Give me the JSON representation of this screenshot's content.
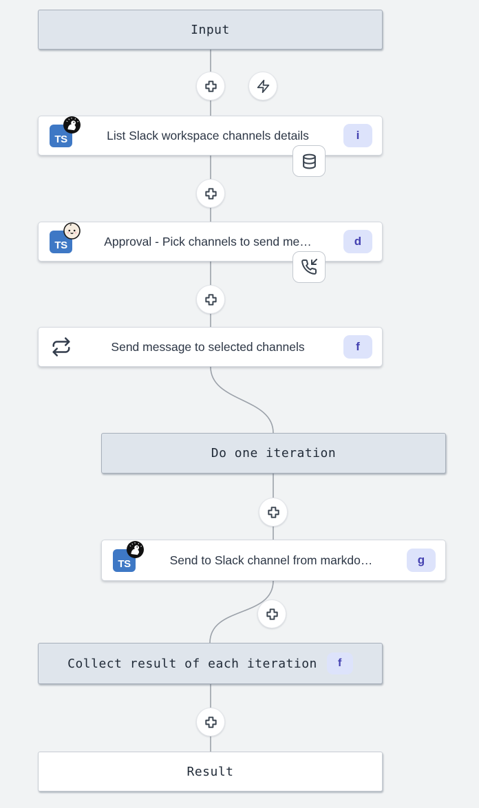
{
  "flow": {
    "input": {
      "label": "Input"
    },
    "steps": [
      {
        "label": "List Slack workspace channels details",
        "badge": "i",
        "runtime": "deno",
        "indicator": "database-cache"
      },
      {
        "label": "Approval - Pick channels to send me…",
        "badge": "d",
        "runtime": "bun",
        "indicator": "phone-incoming-suspend"
      },
      {
        "label": "Send message to selected channels",
        "badge": "f",
        "icon": "repeat-forloop"
      },
      {
        "label": "Send to Slack channel from markdo…",
        "badge": "g",
        "runtime": "deno"
      }
    ],
    "forloop": {
      "iteration_label": "Do one iteration",
      "collect_label": "Collect result of each iteration",
      "collect_badge": "f"
    },
    "result": {
      "label": "Result"
    }
  },
  "icons": {
    "typescript_label": "TS",
    "names": [
      "plus-icon",
      "zap-icon",
      "database-icon",
      "phone-incoming-icon",
      "repeat-icon",
      "deno-logo",
      "bun-logo",
      "typescript-logo"
    ]
  },
  "colors": {
    "canvas_bg": "#f1f3f4",
    "header_box_fill": "#dfe5ec",
    "header_box_border": "#a7afba",
    "node_bg": "#ffffff",
    "node_border": "#d4d8de",
    "badge_bg": "#dde3fb",
    "badge_text": "#4340b0",
    "typescript_blue": "#3e78c5",
    "edge_line": "#9ba1a9",
    "text_dark": "#2c3645"
  }
}
